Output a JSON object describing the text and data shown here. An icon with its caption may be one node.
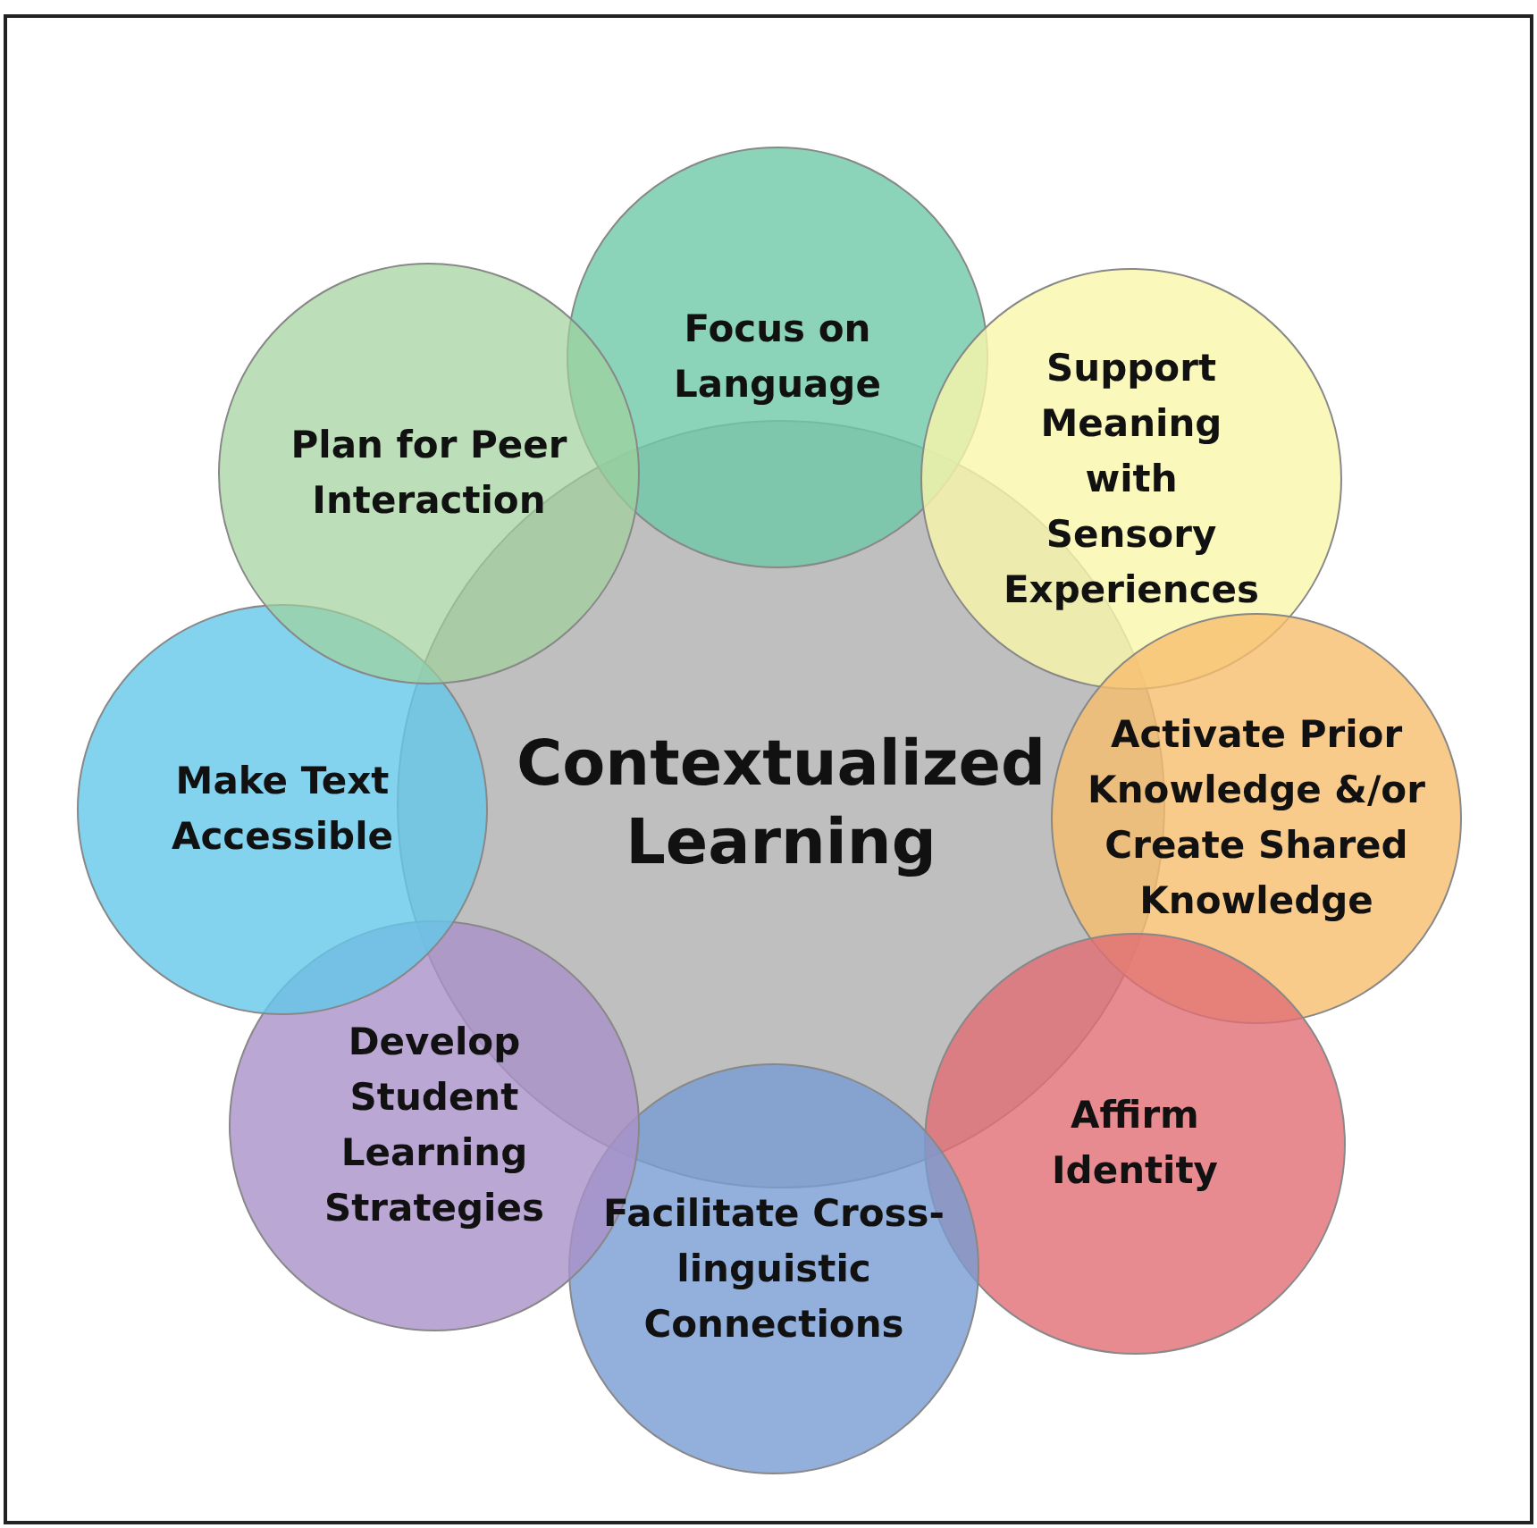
{
  "diagram": {
    "nodes": [
      {
        "text": [
          "Contextualized Learning"
        ]
      },
      {
        "text": [
          "Focus on Language"
        ]
      },
      {
        "text": [
          "Support Meaning with Sensory Experiences"
        ]
      },
      {
        "text": [
          "Activate Prior Knowledge &/or Create Shared Knowledge"
        ]
      },
      {
        "text": [
          "Affirm Identity"
        ]
      },
      {
        "text": [
          "Facilitate Cross-linguistic Connections"
        ]
      },
      {
        "text": [
          "Develop Student Learning Strategies"
        ]
      },
      {
        "text": [
          "Make Text Accessible"
        ]
      },
      {
        "text": [
          "Plan for Peer Interaction"
        ]
      }
    ],
    "edges": []
  }
}
